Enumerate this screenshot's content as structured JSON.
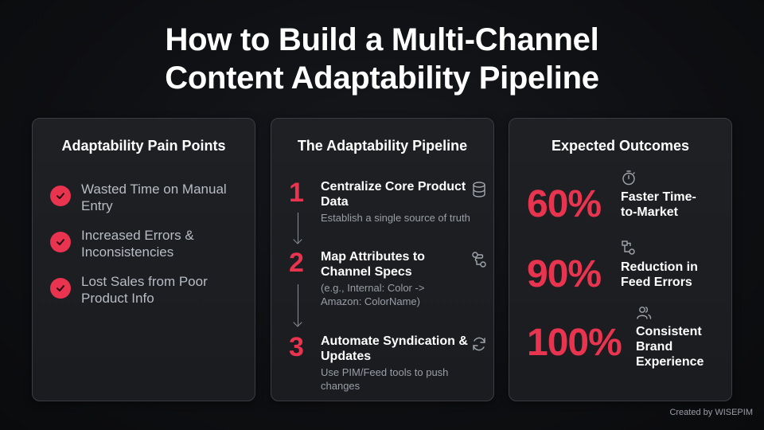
{
  "title": {
    "line1": "How to Build a Multi-Channel",
    "line2": "Content Adaptability Pipeline"
  },
  "pain_points": {
    "heading": "Adaptability Pain Points",
    "items": [
      {
        "icon": "check-circle-icon",
        "label": "Wasted Time on Manual Entry"
      },
      {
        "icon": "check-circle-icon",
        "label": "Increased Errors & Inconsistencies"
      },
      {
        "icon": "check-circle-icon",
        "label": "Lost Sales from Poor Product Info"
      }
    ]
  },
  "pipeline": {
    "heading": "The Adaptability Pipeline",
    "steps": [
      {
        "number": "1",
        "title": "Centralize Core Product Data",
        "description": "Establish a single source of truth",
        "icon": "database-icon"
      },
      {
        "number": "2",
        "title": "Map Attributes to Channel Specs",
        "description": "(e.g., Internal: Color -> Amazon: ColorName)",
        "icon": "route-icon"
      },
      {
        "number": "3",
        "title": "Automate Syndication & Updates",
        "description": "Use PIM/Feed tools to push changes",
        "icon": "refresh-icon"
      }
    ]
  },
  "outcomes": {
    "heading": "Expected Outcomes",
    "items": [
      {
        "value": "60%",
        "label": "Faster Time-to-Market",
        "icon": "stopwatch-icon"
      },
      {
        "value": "90%",
        "label": "Reduction in Feed Errors",
        "icon": "workflow-icon"
      },
      {
        "value": "100%",
        "label": "Consistent Brand Experience",
        "icon": "users-icon"
      }
    ]
  },
  "colors": {
    "accent": "#e8344f",
    "background": "#0e0f12",
    "card": "#1e2024",
    "muted_text": "#b8bcc4"
  },
  "footer": {
    "credit": "Created by WISEPIM"
  }
}
